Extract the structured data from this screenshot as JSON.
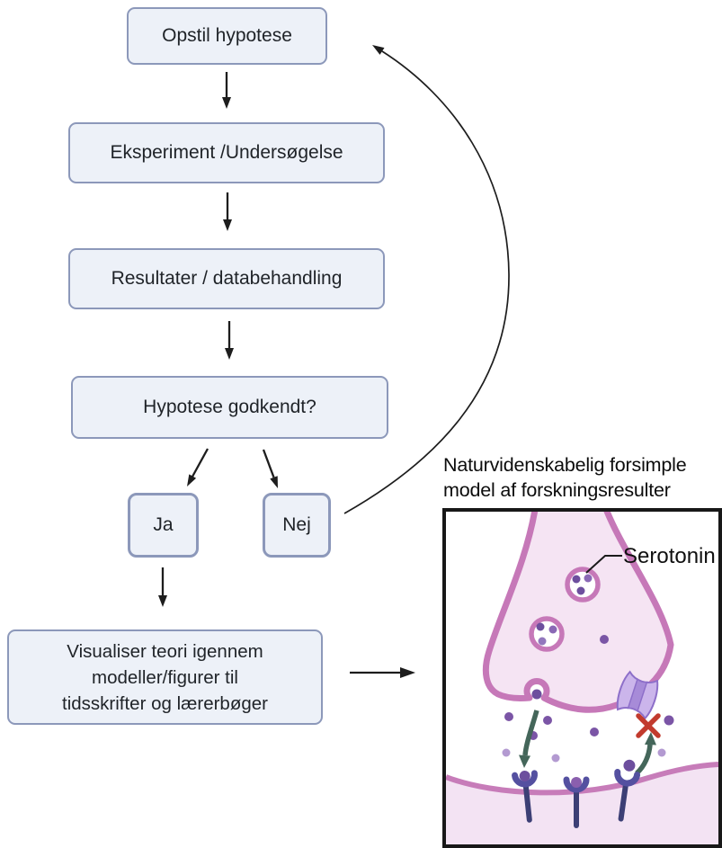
{
  "flowchart": {
    "box_hypothesis": "Opstil hypotese",
    "box_experiment": "Eksperiment /Undersøgelse",
    "box_results": "Resultater / databehandling",
    "box_approved": "Hypotese godkendt?",
    "box_yes": "Ja",
    "box_no": "Nej",
    "box_visualize_lines": [
      "Visualiser teori igennem",
      "modeller/figurer til",
      "tidsskrifter og lærerbøger"
    ],
    "colors": {
      "box_fill": "#edf1f8",
      "box_border": "#8c98ba",
      "arrow": "#1d1d1d"
    }
  },
  "illustration": {
    "caption_lines": [
      "Naturvidenskabelig forsimple",
      "model af forskningsresulter"
    ],
    "serotonin_label": "Serotonin",
    "colors": {
      "frame_border": "#181818",
      "terminal_fill": "#f5e4f3",
      "membrane": "#c678b8",
      "postsynaptic_fill": "#f3e3f3",
      "molecule_dark": "#7b55a6",
      "molecule_light": "#b39ad1",
      "receptor": "#5450a0",
      "transporter_fill": "#cbb5eb",
      "transporter_stripe": "#9277cc",
      "blocked_x": "#c23b2e",
      "reuptake_arrow": "#44665a"
    }
  }
}
